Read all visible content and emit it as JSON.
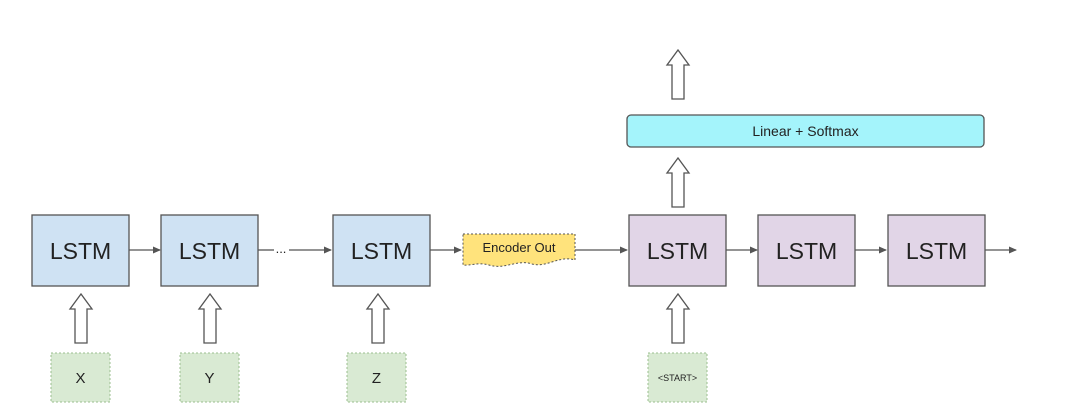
{
  "encoder": {
    "cells": [
      {
        "label": "LSTM"
      },
      {
        "label": "LSTM"
      },
      {
        "label": "LSTM"
      }
    ],
    "inputs": [
      {
        "label": "X"
      },
      {
        "label": "Y"
      },
      {
        "label": "Z"
      }
    ],
    "ellipsis": "...",
    "output_label": "Encoder Out"
  },
  "decoder": {
    "cells": [
      {
        "label": "LSTM"
      },
      {
        "label": "LSTM"
      },
      {
        "label": "LSTM"
      }
    ],
    "start_token": "<START>",
    "output_layer": "Linear + Softmax"
  },
  "colors": {
    "encoder_cell": "#cfe2f3",
    "decoder_cell": "#e1d5e7",
    "input_token": "#d9ead3",
    "encoder_out": "#ffe37c",
    "output_layer": "#a4f4fb",
    "stroke": "#555555"
  }
}
